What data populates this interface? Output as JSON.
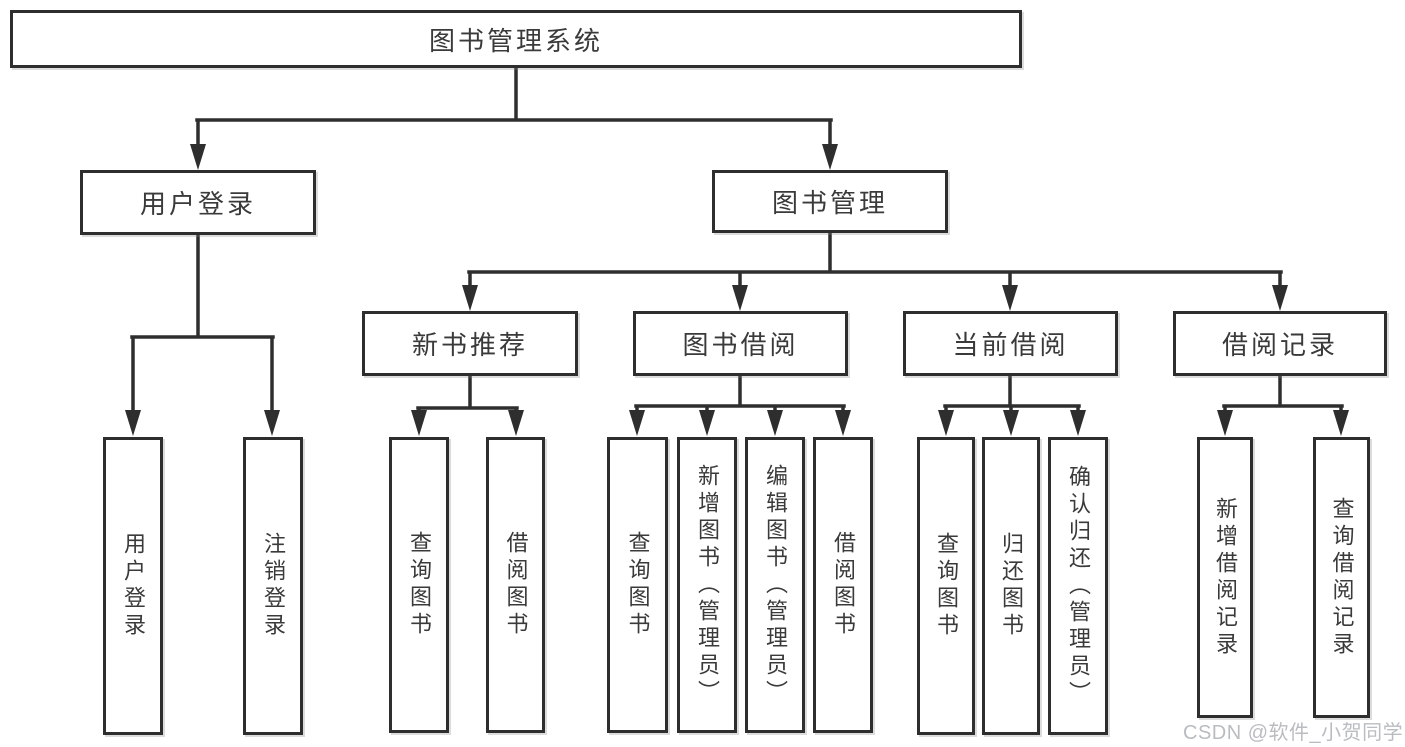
{
  "diagram": {
    "root": {
      "label": "图书管理系统",
      "children": [
        {
          "label": "用户登录",
          "children": [
            {
              "label": "用户登录"
            },
            {
              "label": "注销登录"
            }
          ]
        },
        {
          "label": "图书管理",
          "children": [
            {
              "label": "新书推荐",
              "children": [
                {
                  "label": "查询图书"
                },
                {
                  "label": "借阅图书"
                }
              ]
            },
            {
              "label": "图书借阅",
              "children": [
                {
                  "label": "查询图书"
                },
                {
                  "label": "新增图书（管理员）"
                },
                {
                  "label": "编辑图书（管理员）"
                },
                {
                  "label": "借阅图书"
                }
              ]
            },
            {
              "label": "当前借阅",
              "children": [
                {
                  "label": "查询图书"
                },
                {
                  "label": "归还图书"
                },
                {
                  "label": "确认归还（管理员）"
                }
              ]
            },
            {
              "label": "借阅记录",
              "children": [
                {
                  "label": "新增借阅记录"
                },
                {
                  "label": "查询借阅记录"
                }
              ]
            }
          ]
        }
      ]
    },
    "colors": {
      "line": "#2e2e2e",
      "text": "#3a3a3a",
      "box_background": "#ffffff",
      "watermark": "#b9bcc1",
      "background": "#ffffff"
    }
  },
  "watermark": {
    "text": "CSDN @软件_小贺同学"
  }
}
